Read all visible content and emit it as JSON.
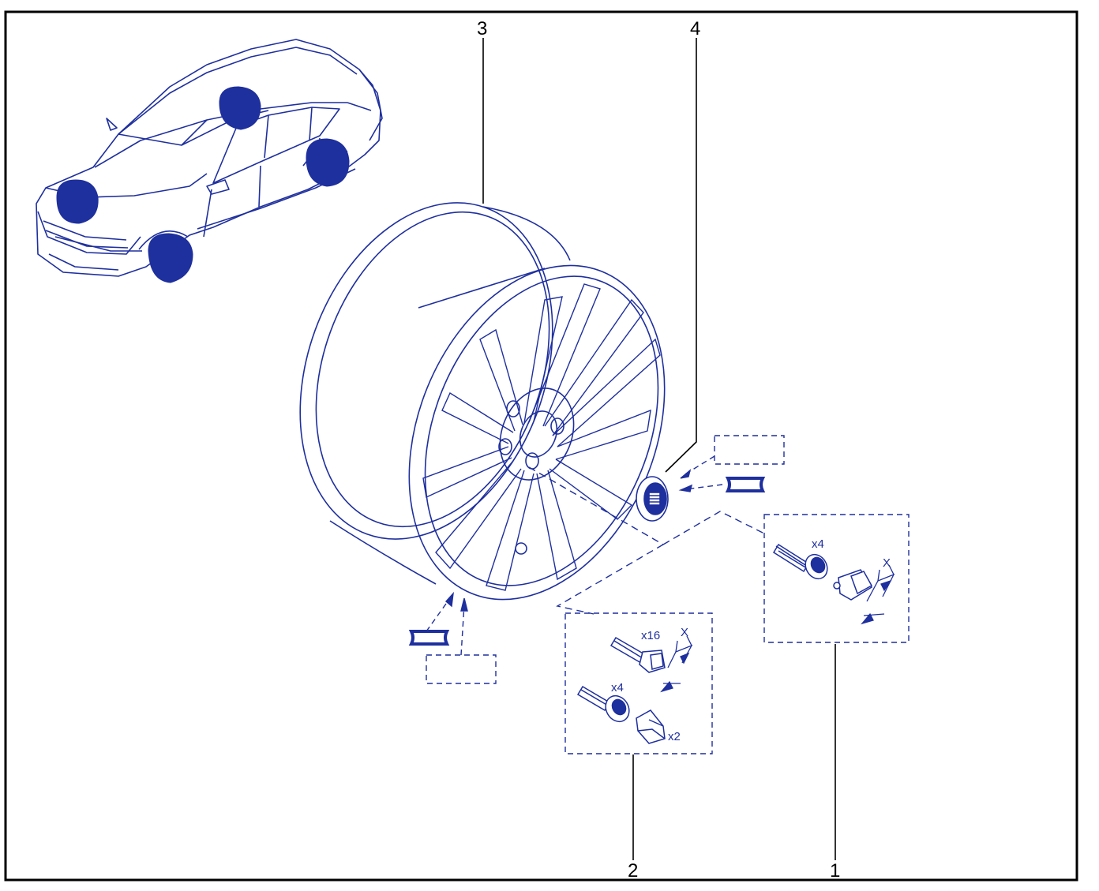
{
  "callouts": {
    "c1": "1",
    "c2": "2",
    "c3": "3",
    "c4": "4"
  },
  "quantities": {
    "kit1_bolt": "x4",
    "kit2_bolt_top": "x16",
    "kit2_bolt_bottom": "x4",
    "kit2_nut": "x2"
  },
  "dimensions": {
    "kit1_x": "X",
    "kit2_x": "X"
  },
  "colors": {
    "line": "#1e2f9e",
    "fill": "#1e2f9e",
    "frame": "#000000",
    "background": "#ffffff"
  },
  "icons": [
    "car-locator-icon",
    "wheel-rim-icon",
    "center-cap-icon",
    "wheel-bolt-icon",
    "lug-nut-icon",
    "sticker-label-icon"
  ]
}
